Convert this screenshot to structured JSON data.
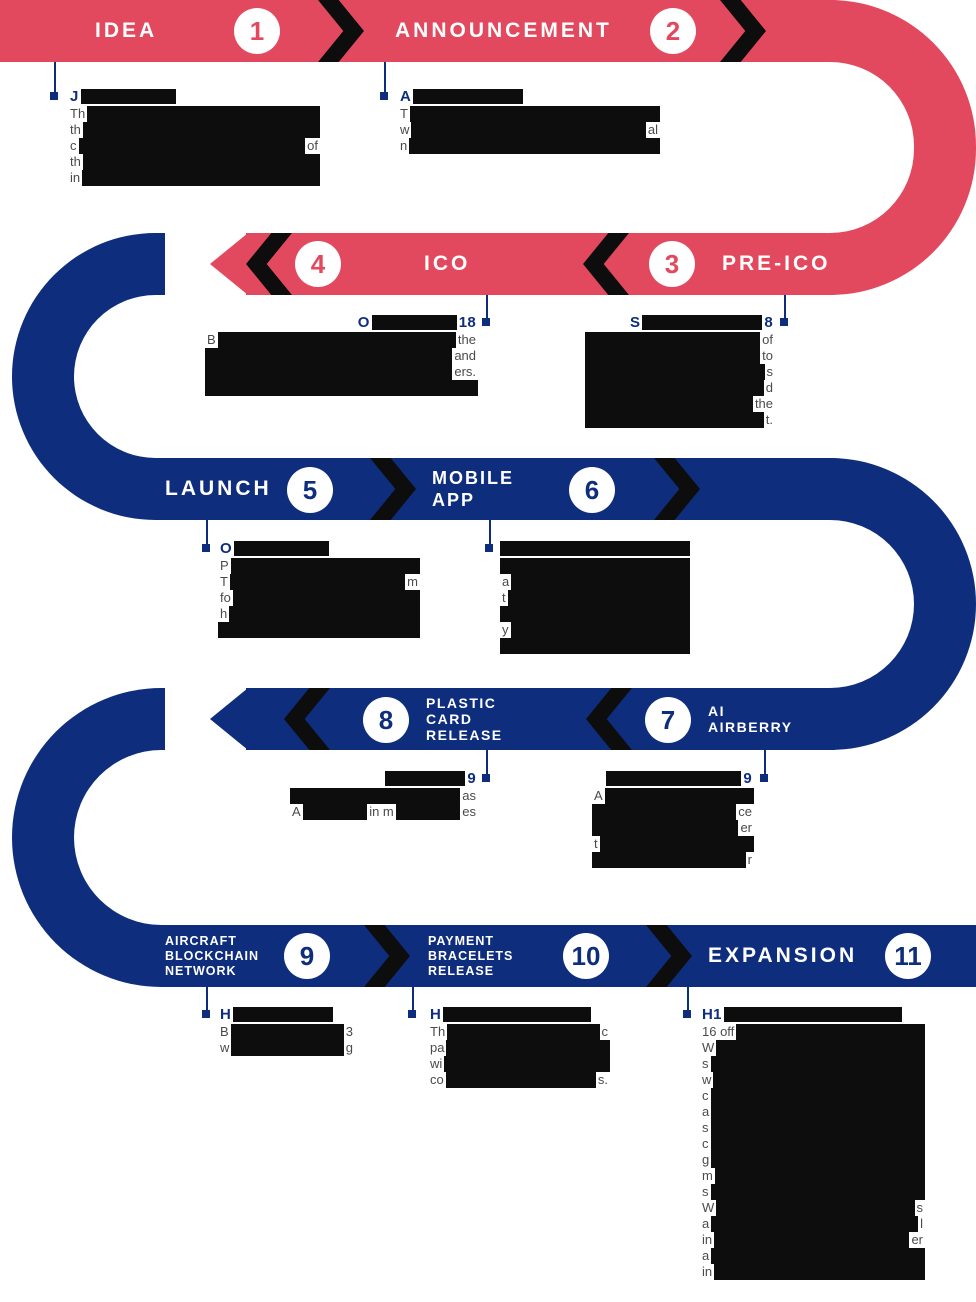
{
  "colors": {
    "red": "#E2495E",
    "navy": "#0E2D7D",
    "ink": "#0D0D0D",
    "body": "#4A4A4A",
    "bg": "#FFFFFF"
  },
  "stages": [
    {
      "num": "1",
      "label": "IDEA",
      "note": {
        "heading": {
          "l": "J"
        },
        "lines": [
          {
            "l": "Th"
          },
          {
            "l": "th"
          },
          {
            "l": "c",
            "r": "of"
          },
          {
            "l": "th"
          },
          {
            "l": "in"
          }
        ]
      }
    },
    {
      "num": "2",
      "label": "ANNOUNCEMENT",
      "note": {
        "heading": {
          "l": "A"
        },
        "lines": [
          {
            "l": "T"
          },
          {
            "l": "w",
            "r": "al"
          },
          {
            "l": "n"
          }
        ]
      }
    },
    {
      "num": "3",
      "label": "PRE-ICO",
      "note": {
        "heading": {
          "l": "S",
          "r": "8"
        },
        "lines": [
          {
            "r": "of"
          },
          {
            "r": "to"
          },
          {
            "r": "s"
          },
          {
            "r": "d"
          },
          {
            "r": "the"
          },
          {
            "r": "t."
          }
        ]
      }
    },
    {
      "num": "4",
      "label": "ICO",
      "note": {
        "heading": {
          "l": "O",
          "r": "18"
        },
        "lines": [
          {
            "l": "B",
            "r": "the"
          },
          {
            "r": "and"
          },
          {
            "r": "ers."
          },
          {}
        ]
      }
    },
    {
      "num": "5",
      "label": "LAUNCH",
      "note": {
        "heading": {
          "l": "O"
        },
        "lines": [
          {
            "l": "P"
          },
          {
            "l": "T",
            "r": "m"
          },
          {
            "l": "fo"
          },
          {
            "l": "h"
          },
          {}
        ]
      }
    },
    {
      "num": "6",
      "label": "MOBILE\nAPP",
      "note": {
        "heading": {},
        "lines": [
          {},
          {
            "l": "a"
          },
          {
            "l": "t"
          },
          {},
          {
            "l": "y"
          },
          {}
        ]
      }
    },
    {
      "num": "7",
      "label": "AI\nAIRBERRY",
      "note": {
        "heading": {
          "r": "9"
        },
        "lines": [
          {
            "l": "A"
          },
          {
            "r": "ce"
          },
          {
            "r": "er"
          },
          {
            "l": "t"
          },
          {
            "r": "r"
          }
        ]
      }
    },
    {
      "num": "8",
      "label": "PLASTIC\nCARD\nRELEASE",
      "note": {
        "heading": {
          "r": "9"
        },
        "lines": [
          {
            "r": "as"
          },
          {
            "l": "A",
            "m": "in m",
            "r": "es"
          }
        ]
      }
    },
    {
      "num": "9",
      "label": "AIRCRAFT\nBLOCKCHAIN\nNETWORK",
      "note": {
        "heading": {
          "l": "H"
        },
        "lines": [
          {
            "l": "B",
            "r": "3"
          },
          {
            "l": "w",
            "r": "g"
          }
        ]
      }
    },
    {
      "num": "10",
      "label": "PAYMENT\nBRACELETS\nRELEASE",
      "note": {
        "heading": {
          "l": "H"
        },
        "lines": [
          {
            "l": "Th",
            "r": "c"
          },
          {
            "l": "pa"
          },
          {
            "l": "wi"
          },
          {
            "l": "co",
            "r": "s."
          }
        ]
      }
    },
    {
      "num": "11",
      "label": "EXPANSION",
      "note": {
        "heading": {
          "l": "H1"
        },
        "lines": [
          {
            "l": "16 off"
          },
          {
            "l": "W"
          },
          {
            "l": "s"
          },
          {
            "l": "w"
          },
          {
            "l": "c"
          },
          {
            "l": "a"
          },
          {
            "l": "s"
          },
          {
            "l": "c"
          },
          {
            "l": "g"
          },
          {
            "l": "m"
          },
          {
            "l": "s"
          },
          {
            "l": "W",
            "r": "s"
          },
          {
            "l": "a",
            "r": "l"
          },
          {
            "l": "in",
            "r": "er"
          },
          {
            "l": "a"
          },
          {
            "l": "in"
          }
        ]
      }
    }
  ]
}
